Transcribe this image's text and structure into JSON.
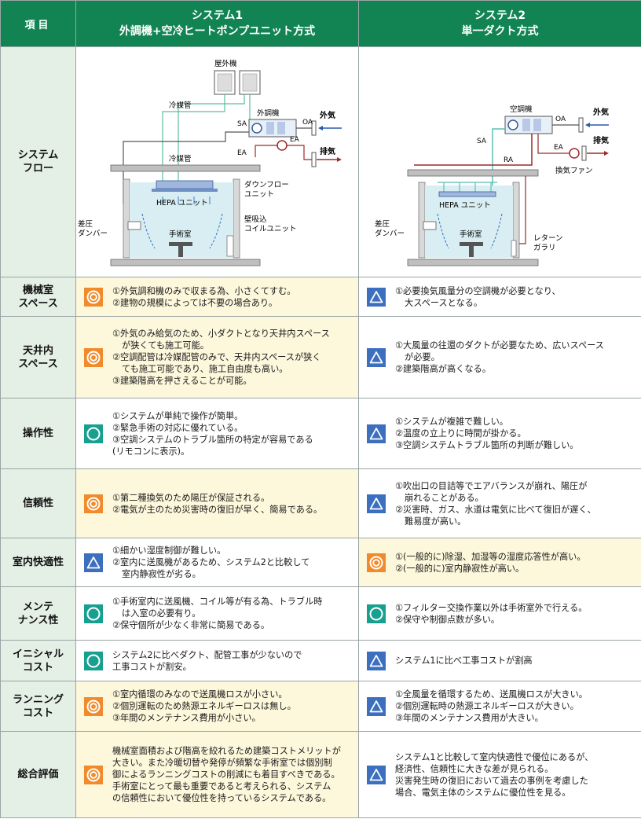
{
  "header": {
    "item": "項目",
    "sys1_line1": "システム1",
    "sys1_line2": "外調機+空冷ヒートポンプユニット方式",
    "sys2_line1": "システム2",
    "sys2_line2": "単一ダクト方式"
  },
  "flow": {
    "label_line1": "システム",
    "label_line2": "フロー",
    "sys1": {
      "outdoor_unit": "屋外機",
      "refrigerant_pipe_top": "冷媒管",
      "refrigerant_pipe_bottom": "冷媒管",
      "outside_air_unit": "外調機",
      "sa": "SA",
      "oa": "OA",
      "ea": "EA",
      "ea2": "EA",
      "outside_air": "外気",
      "exhaust": "排気",
      "downflow_line1": "ダウンフロー",
      "downflow_line2": "ユニット",
      "hepa": "HEPA ユニット",
      "diff_line1": "差圧",
      "diff_line2": "ダンバー",
      "wall_line1": "壁吸込",
      "wall_line2": "コイルユニット",
      "or_room": "手術室"
    },
    "sys2": {
      "ahu": "空調機",
      "oa": "OA",
      "sa": "SA",
      "ea": "EA",
      "ra": "RA",
      "outside_air": "外気",
      "exhaust": "排気",
      "exhaust_fan": "換気ファン",
      "hepa": "HEPA ユニット",
      "diff_line1": "差圧",
      "diff_line2": "ダンバー",
      "or_room": "手術室",
      "return_line1": "レターン",
      "return_line2": "ガラリ"
    }
  },
  "rows": [
    {
      "label": [
        "機械室",
        "スペース"
      ],
      "s1": {
        "symbol": "double-circle",
        "lines": [
          "①外気調和機のみで収まる為、小さくてすむ。",
          "②建物の規模によっては不要の場合あり。"
        ]
      },
      "s2": {
        "symbol": "triangle",
        "lines": [
          "①必要換気風量分の空調機が必要となり、",
          "大スペースとなる。"
        ]
      }
    },
    {
      "label": [
        "天井内",
        "スペース"
      ],
      "s1": {
        "symbol": "double-circle",
        "lines": [
          "①外気のみ給気のため、小ダクトとなり天井内スペース",
          "が狭くても施工可能。",
          "②空調配管は冷媒配管のみで、天井内スペースが狭く",
          "ても施工可能であり、施工自由度も高い。",
          "③建築階高を押さえることが可能。"
        ]
      },
      "s2": {
        "symbol": "triangle",
        "lines": [
          "①大風量の往還のダクトが必要なため、広いスペース",
          "が必要。",
          "②建築階高が高くなる。"
        ]
      }
    },
    {
      "label": [
        "操作性"
      ],
      "s1": {
        "symbol": "circle",
        "lines": [
          "①システムが単純で操作が簡単。",
          "②緊急手術の対応に優れている。",
          "③空調システムのトラブル箇所の特定が容易である",
          "(リモコンに表示)。"
        ]
      },
      "s2": {
        "symbol": "triangle",
        "lines": [
          "①システムが複雑で難しい。",
          "②温度の立上りに時間が掛かる。",
          "③空調システムトラブル箇所の判断が難しい。"
        ]
      }
    },
    {
      "label": [
        "信頼性"
      ],
      "s1": {
        "symbol": "double-circle",
        "lines": [
          "①第二種換気のため陽圧が保証される。",
          "②電気が主のため災害時の復旧が早く、簡易である。"
        ]
      },
      "s2": {
        "symbol": "triangle",
        "lines": [
          "①吹出口の目詰等でエアバランスが崩れ、陽圧が",
          "崩れることがある。",
          "②災害時、ガス、水道は電気に比べて復旧が遅く、",
          "難易度が高い。"
        ]
      }
    },
    {
      "label": [
        "室内快適性"
      ],
      "s1": {
        "symbol": "triangle",
        "lines": [
          "①細かい湿度制御が難しい。",
          "②室内に送風機があるため、システム2と比較して",
          "室内静寂性が劣る。"
        ]
      },
      "s2": {
        "symbol": "double-circle",
        "lines": [
          "①(一般的に)除湿、加湿等の湿度応答性が高い。",
          "②(一般的に)室内静寂性が高い。"
        ]
      }
    },
    {
      "label": [
        "メンテ",
        "ナンス性"
      ],
      "s1": {
        "symbol": "circle",
        "lines": [
          "①手術室内に送風機、コイル等が有る為、トラブル時",
          "は入室の必要有り。",
          "②保守個所が少なく非常に簡易である。"
        ]
      },
      "s2": {
        "symbol": "circle",
        "lines": [
          "①フィルター交換作業以外は手術室外で行える。",
          "②保守や制御点数が多い。"
        ]
      }
    },
    {
      "label": [
        "イニシャル",
        "コスト"
      ],
      "s1": {
        "symbol": "circle",
        "lines": [
          "システム2に比べダクト、配管工事が少ないので",
          "工事コストが割安。"
        ]
      },
      "s2": {
        "symbol": "triangle",
        "lines": [
          "システム1に比べ工事コストが割高"
        ]
      }
    },
    {
      "label": [
        "ランニング",
        "コスト"
      ],
      "s1": {
        "symbol": "double-circle",
        "lines": [
          "①室内循環のみなので送風機ロスが小さい。",
          "②個別運転のため熱源エネルギーロスは無し。",
          "③年間のメンテナンス費用が小さい。"
        ]
      },
      "s2": {
        "symbol": "triangle",
        "lines": [
          "①全風量を循環するため、送風機ロスが大きい。",
          "②個別運転時の熱源エネルギーロスが大きい。",
          "③年間のメンテナンス費用が大きい。"
        ]
      }
    },
    {
      "label": [
        "総合評価"
      ],
      "s1": {
        "symbol": "double-circle",
        "lines": [
          "機械室面積および階高を絞れるため建築コストメリットが",
          "大きい。また冷暖切替や発停が頻繁な手術室では個別制",
          "御によるランニングコストの削減にも着目すべきである。",
          "手術室にとって最も重要であると考えられる、システム",
          "の信頼性において優位性を持っているシステムである。"
        ]
      },
      "s2": {
        "symbol": "triangle",
        "lines": [
          "システム1と比較して室内快適性で優位にあるが、",
          "経済性、信頼性に大きな差が見られる。",
          "災害発生時の復旧において過去の事例を考慮した",
          "場合、電気主体のシステムに優位性を見る。"
        ]
      }
    }
  ],
  "colors": {
    "header_bg": "#128454",
    "label_bg": "#e4efe6",
    "highlight_bg": "#fdf7dc",
    "double_circle_box": "#f08a2a",
    "circle_box": "#17a090",
    "triangle_box": "#3d6fbf"
  }
}
